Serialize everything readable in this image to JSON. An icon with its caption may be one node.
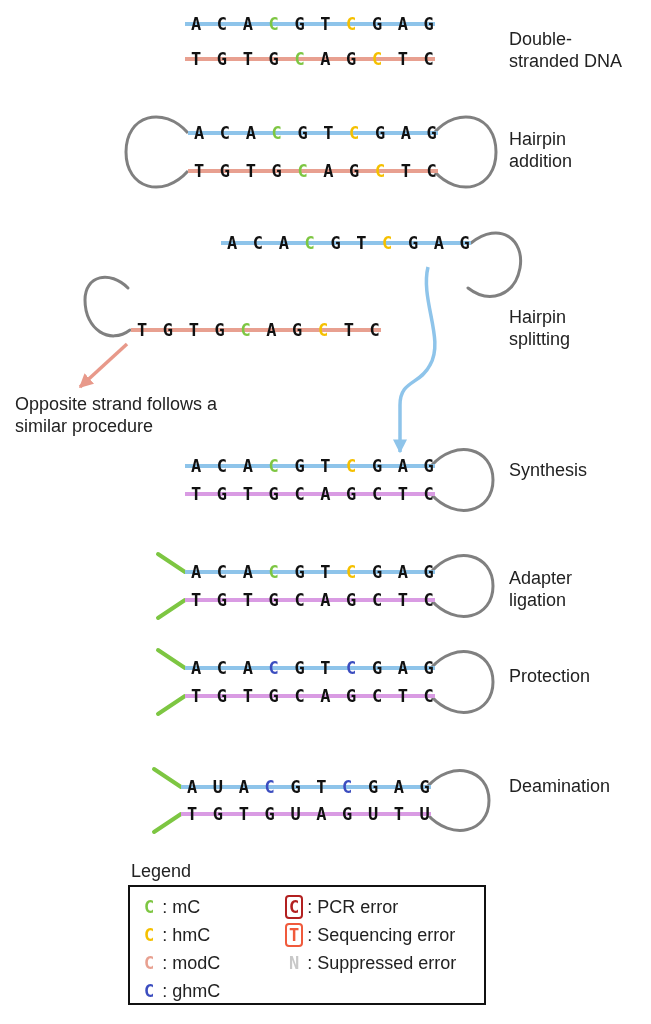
{
  "diagram": {
    "nodes": [
      {
        "text": [
          "ACACGTCGAG"
        ]
      },
      {
        "text": [
          "TGTGCAGCTC"
        ]
      },
      {
        "text": [
          "ACACGTCGAG"
        ]
      },
      {
        "text": [
          "TGTGCAGCTC"
        ]
      },
      {
        "text": [
          "ACACGTCGAG"
        ]
      },
      {
        "text": [
          "TGTGCAGCTC"
        ]
      },
      {
        "text": [
          "Opposite strand follows a similar procedure"
        ]
      },
      {
        "text": [
          "ACACGTCGAG"
        ]
      },
      {
        "text": [
          "TGTGCAGCTC"
        ]
      },
      {
        "text": [
          "ACACGTCGAG"
        ]
      },
      {
        "text": [
          "TGTGCAGCTC"
        ]
      },
      {
        "text": [
          "ACACGTCGAG"
        ]
      },
      {
        "text": [
          "TGTGCAGCTC"
        ]
      },
      {
        "text": [
          "AUACGTCGAG"
        ]
      },
      {
        "text": [
          "TGTGUAGUTU"
        ]
      }
    ],
    "edges": [
      {
        "from": 5,
        "to": 6,
        "arrow": "to",
        "color": "#e8998a"
      },
      {
        "from": 4,
        "to": 7,
        "arrow": "to",
        "color": "#8ec4ea"
      },
      {
        "from": 2,
        "to": 3,
        "arrow": "none"
      },
      {
        "from": 2,
        "to": 3,
        "arrow": "none"
      },
      {
        "from": 7,
        "to": 8,
        "arrow": "none"
      },
      {
        "from": 9,
        "to": 10,
        "arrow": "none"
      },
      {
        "from": 11,
        "to": 12,
        "arrow": "none"
      },
      {
        "from": 13,
        "to": 14,
        "arrow": "none"
      }
    ],
    "labels": [
      "Double-stranded DNA",
      "Hairpin addition",
      "Hairpin splitting",
      "Synthesis",
      "Adapter ligation",
      "Protection",
      "Deamination",
      "Legend",
      "C",
      "C",
      "C",
      "C",
      "C",
      "T",
      "N"
    ],
    "legend": [
      {
        "text": ": mC",
        "color": "#7dc642"
      },
      {
        "text": ": hmC",
        "color": "#f5c000"
      },
      {
        "text": ": modC",
        "color": "#e8a090"
      },
      {
        "text": ": ghmC",
        "color": "#3b4dbf"
      },
      {
        "text": ": PCR error",
        "color": "#b22020"
      },
      {
        "text": ": Sequencing error",
        "color": "#f05a3c"
      },
      {
        "text": ": Suppressed error",
        "color": "#c8c8c8"
      }
    ]
  }
}
